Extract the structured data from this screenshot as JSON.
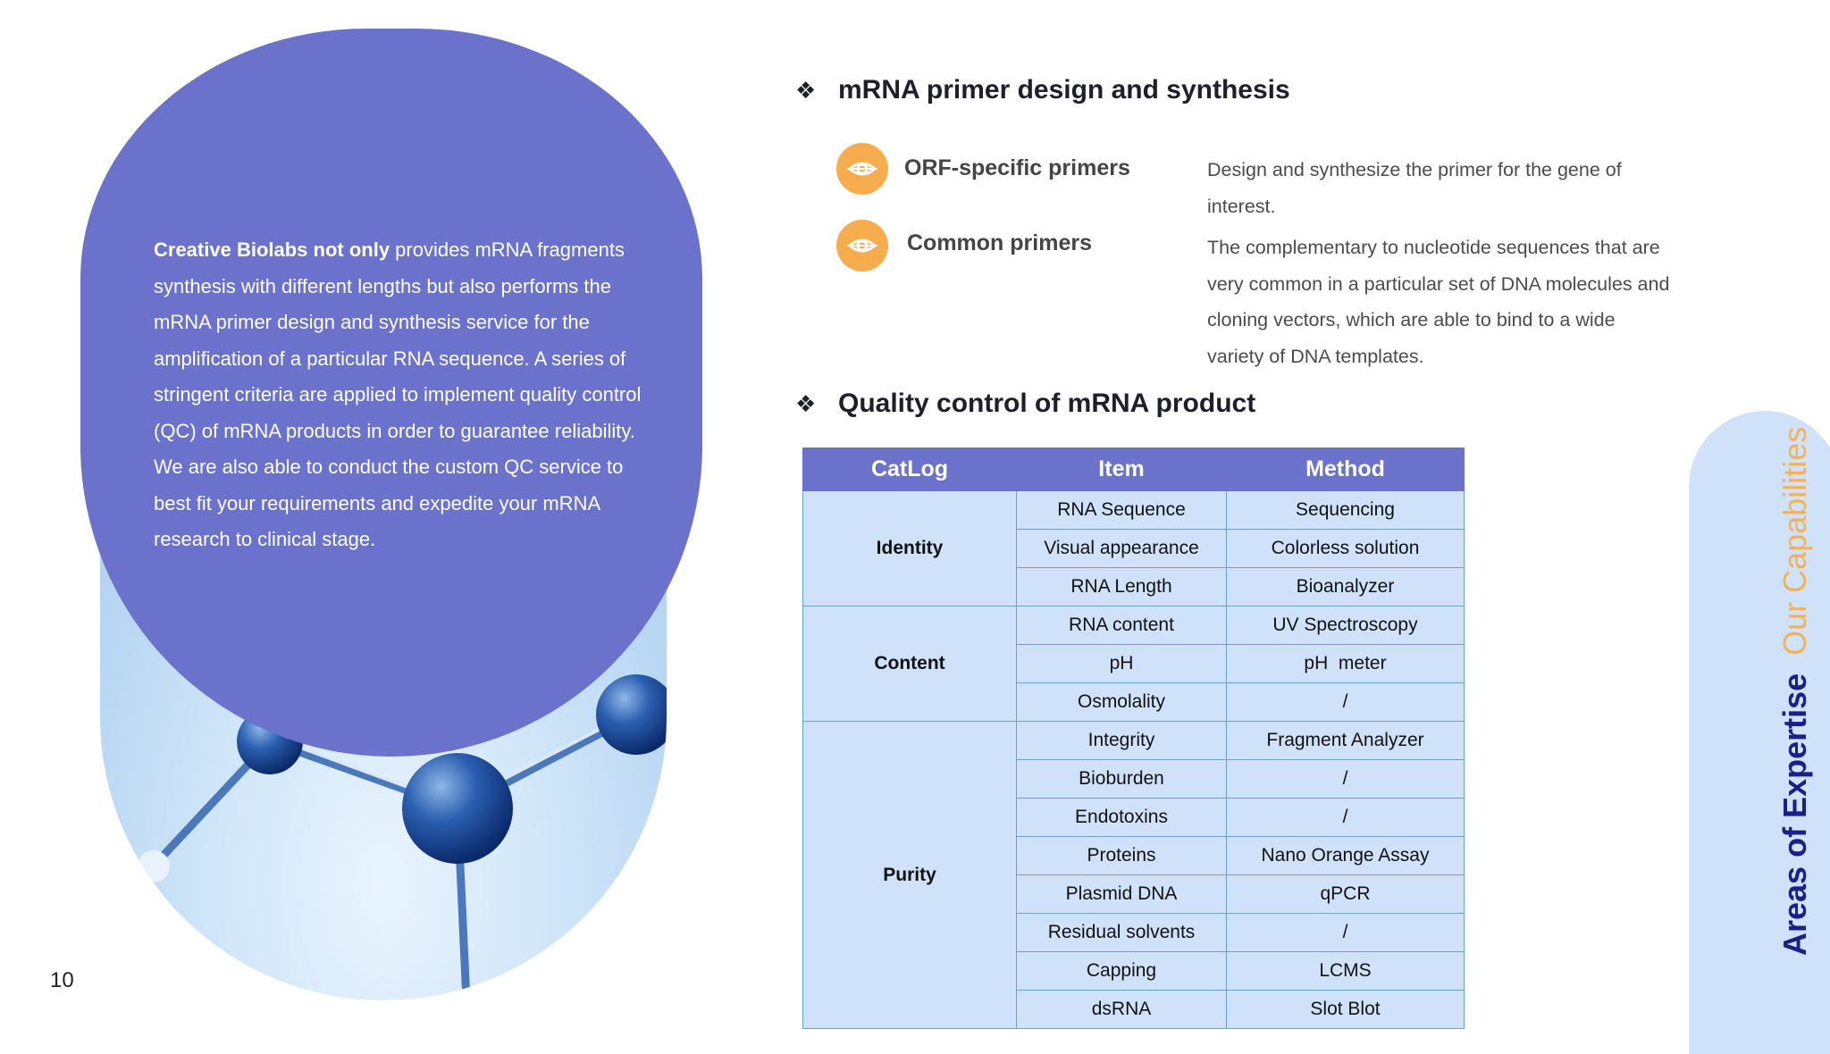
{
  "page_number": "10",
  "intro": {
    "bold": "Creative Biolabs not only",
    "text": " provides mRNA fragments synthesis with different lengths but also performs the mRNA primer design and synthesis service for the amplification of a particular RNA sequence. A series of stringent criteria are applied to implement quality control (QC) of mRNA products in order to guarantee reliability. We are also able to conduct the custom QC service to best fit your requirements and expedite your mRNA research to clinical stage."
  },
  "section1": {
    "bullet": "❖",
    "title": "mRNA primer design and synthesis",
    "primers": [
      {
        "name": "ORF-specific primers",
        "description": "Design and synthesize the primer for the gene of interest.",
        "icon": "eye-icon"
      },
      {
        "name": "Common primers",
        "description": "The complementary to nucleotide sequences that are very common in a particular set of DNA molecules and cloning vectors, which are able to bind to a wide variety of DNA templates.",
        "icon": "eye-icon"
      }
    ]
  },
  "section2": {
    "bullet": "❖",
    "title": "Quality control of mRNA product",
    "table": {
      "headers": [
        "CatLog",
        "Item",
        "Method"
      ],
      "groups": [
        {
          "category": "Identity",
          "rows": [
            [
              "RNA Sequence",
              "Sequencing"
            ],
            [
              "Visual appearance",
              "Colorless solution"
            ],
            [
              "RNA Length",
              "Bioanalyzer"
            ]
          ]
        },
        {
          "category": "Content",
          "rows": [
            [
              "RNA content",
              "UV Spectroscopy"
            ],
            [
              "pH",
              "pH  meter"
            ],
            [
              "Osmolality",
              "/"
            ]
          ]
        },
        {
          "category": "Purity",
          "rows": [
            [
              "Integrity",
              "Fragment Analyzer"
            ],
            [
              "Bioburden",
              "/"
            ],
            [
              "Endotoxins",
              "/"
            ],
            [
              "Proteins",
              "Nano Orange Assay"
            ],
            [
              "Plasmid DNA",
              "qPCR"
            ],
            [
              "Residual solvents",
              "/"
            ],
            [
              "Capping",
              "LCMS"
            ],
            [
              "dsRNA",
              "Slot Blot"
            ]
          ]
        }
      ]
    }
  },
  "side_tab": {
    "strong": "Areas of Expertise",
    "light": "Our Capabilities"
  },
  "colors": {
    "purple": "#6a72cb",
    "orange": "#f7ac4e",
    "light_blue": "#cfe2fa",
    "navy": "#1b1f86"
  }
}
